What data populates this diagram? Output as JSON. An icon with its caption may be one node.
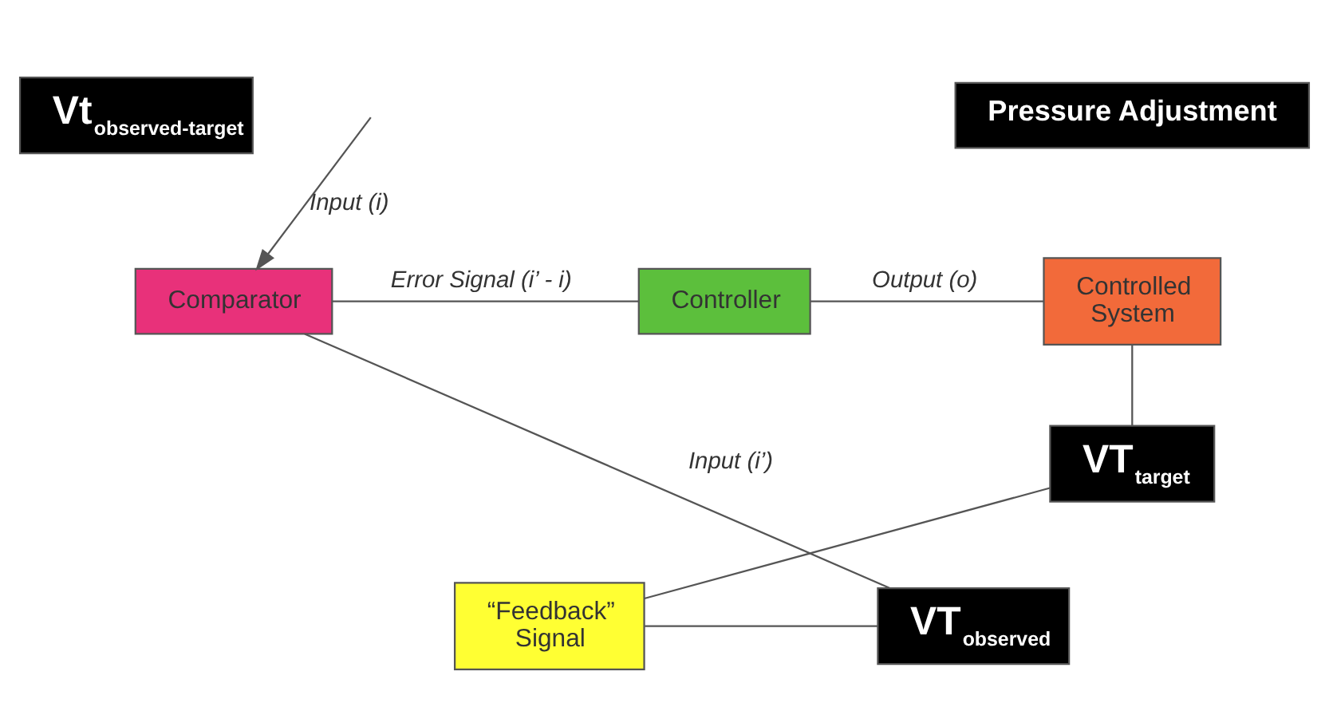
{
  "diagram": {
    "nodes": [
      {
        "text": [
          "Vt$_{observed-target}$"
        ]
      },
      {
        "text": [
          "Pressure Adjustment"
        ]
      },
      {
        "text": [
          "Comparator"
        ]
      },
      {
        "text": [
          "Controller"
        ]
      },
      {
        "text": [
          "Controlled System"
        ]
      },
      {
        "text": [
          "VT$_{target}$"
        ]
      },
      {
        "text": [
          "VT$_{observed}$"
        ]
      },
      {
        "text": [
          "“Feedback” Signal"
        ]
      }
    ],
    "edges": [
      {
        "from": null,
        "to": 2,
        "arrow": "to",
        "label": "Input (i)"
      },
      {
        "from": 2,
        "to": 3,
        "arrow": "none",
        "label": "Error Signal (i’ - i)"
      },
      {
        "from": 3,
        "to": 4,
        "arrow": "none",
        "label": "Output (o)"
      },
      {
        "from": 4,
        "to": 5,
        "arrow": "none"
      },
      {
        "from": 5,
        "to": 7,
        "arrow": "none"
      },
      {
        "from": 7,
        "to": 6,
        "arrow": "none"
      },
      {
        "from": 6,
        "to": 2,
        "arrow": "none",
        "label": "Input (i’)"
      }
    ]
  }
}
